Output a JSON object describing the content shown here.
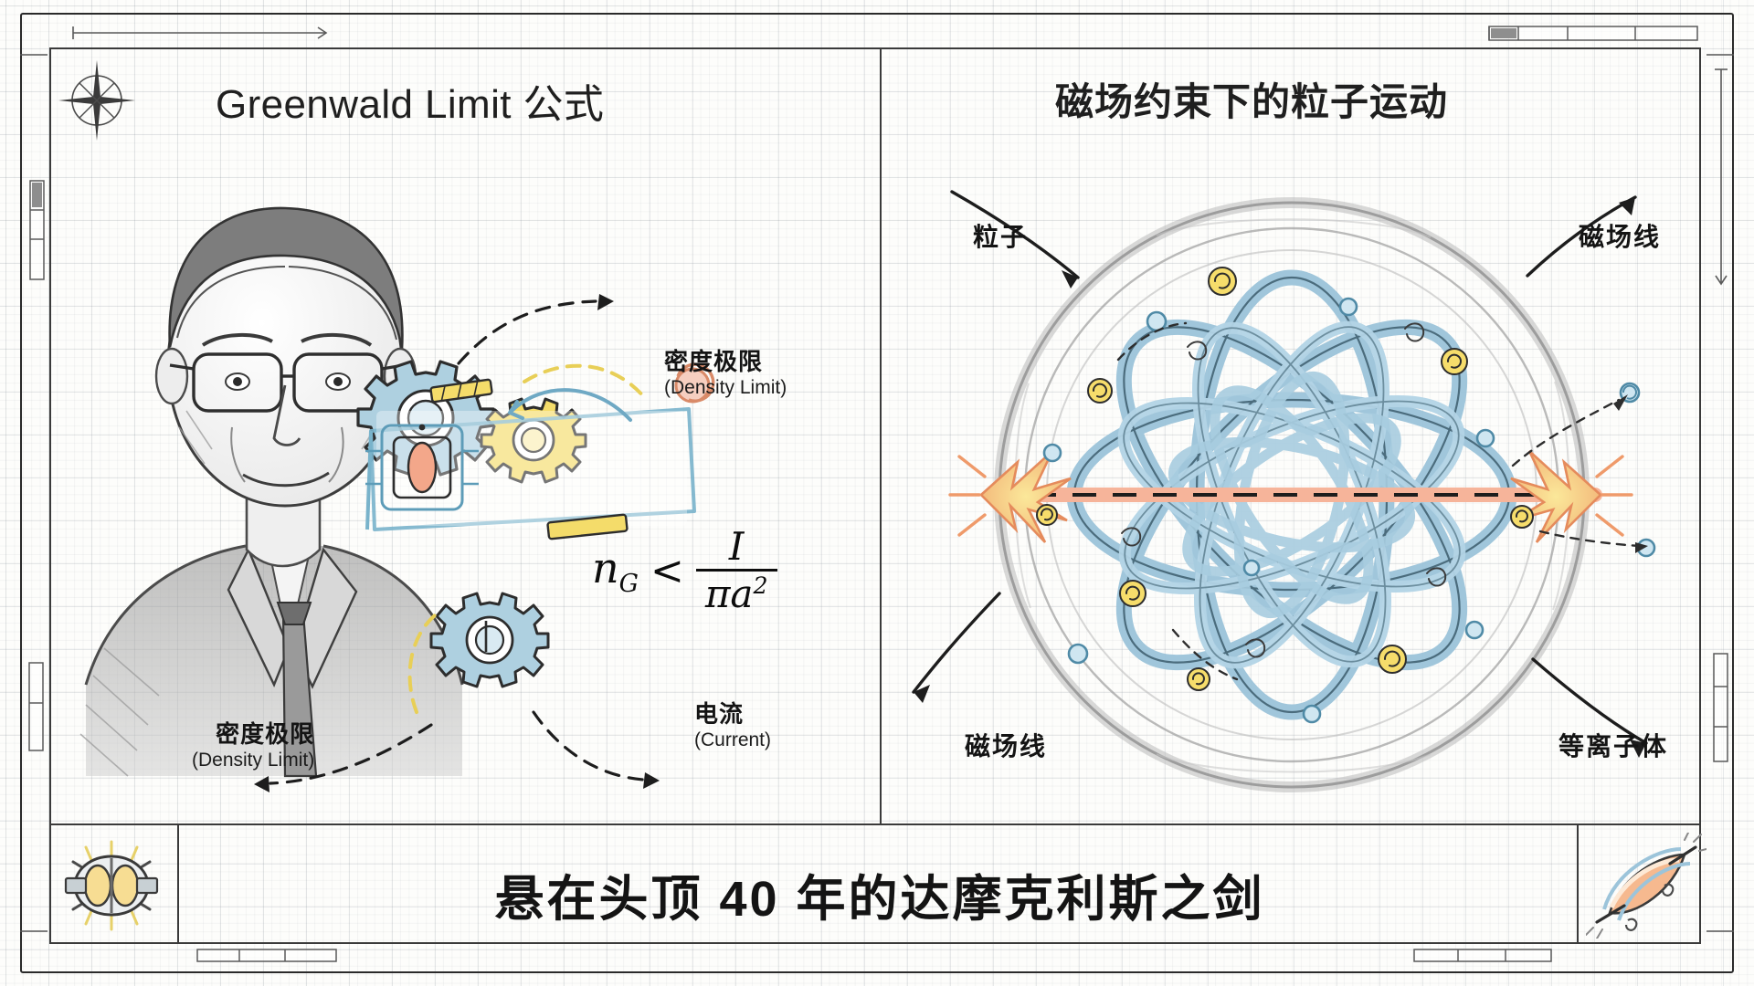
{
  "document": {
    "style": "hand-drawn graph-paper infographic",
    "background_color": "#fdfdfb",
    "grid_color": "#78828c",
    "ink_color": "#1f1f1f"
  },
  "panels": {
    "left": {
      "title": "Greenwald Limit 公式",
      "portrait_alt": "Martin Greenwald portrait sketch",
      "formula": {
        "lhs": "n",
        "lhs_sub": "G",
        "relation": "<",
        "numerator": "I",
        "denominator": "πa",
        "denominator_exp": "2"
      },
      "annotations": [
        {
          "zh": "密度极限",
          "en": "(Density Limit)",
          "position": "top-right"
        },
        {
          "zh": "密度极限",
          "en": "(Density Limit)",
          "position": "bottom-left"
        },
        {
          "zh": "电流",
          "en": "(Current)",
          "position": "bottom-right"
        }
      ]
    },
    "right": {
      "title": "磁场约束下的粒子运动",
      "annotations": [
        {
          "zh": "粒子",
          "position": "top-left"
        },
        {
          "zh": "磁场线",
          "position": "top-right"
        },
        {
          "zh": "磁场线",
          "position": "bottom-left"
        },
        {
          "zh": "等离子体",
          "position": "bottom-right"
        }
      ]
    }
  },
  "footer": {
    "banner": "悬在头顶 40 年的达摩克利斯之剑",
    "left_icon": "tokamak-reactor-icon",
    "right_icon": "plasma-disruption-icon"
  },
  "decor": {
    "compass": "compass-rose-icon",
    "colors": {
      "accent_blue": "#7fb4cc",
      "accent_yellow": "#f2d24b",
      "accent_orange": "#f5a07a",
      "pencil_grey": "#6b6b6b"
    }
  }
}
